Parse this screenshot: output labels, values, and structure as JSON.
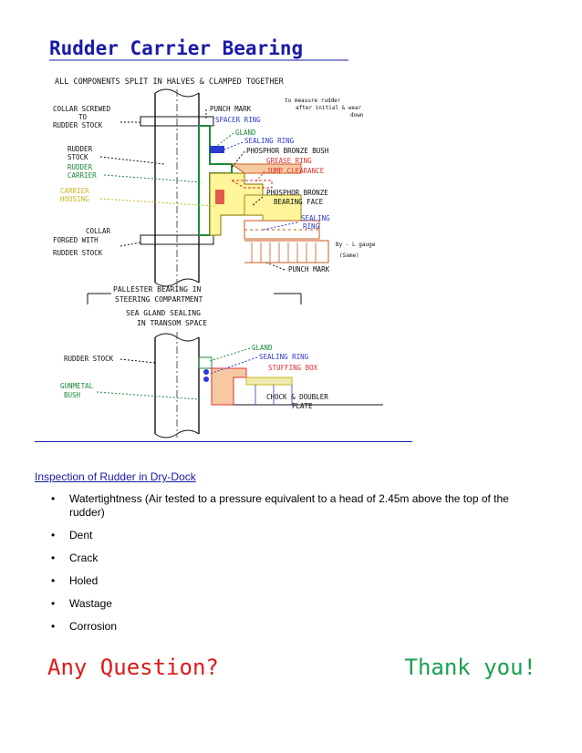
{
  "diagram": {
    "title": "Rudder Carrier Bearing",
    "subtitle": "ALL COMPONENTS SPLIT IN HALVES & CLAMPED TOGETHER",
    "labels": {
      "collar_screwed": "COLLAR SCREWED TO RUDDER STOCK",
      "rudder_stock": "RUDDER STOCK",
      "rudder_carrier": "RUDDER CARRIER",
      "carrier_housing": "CARRIER HOUSING",
      "collar_forged": "COLLAR FORGED WITH RUDDER STOCK",
      "punch_mark_top": "PUNCH MARK",
      "spacer_ring": "SPACER RING",
      "gland": "GLAND",
      "sealing_ring_top": "SEALING RING",
      "phosphor_bush": "PHOSPHOR BRONZE BUSH",
      "grease_ring": "GREASE RING",
      "jump_clearance": "JUMP CLEARANCE",
      "phosphor_face": "PHOSPHOR BRONZE BEARING FACE",
      "sealing_ring_mid": "SEALING RING",
      "punch_mark_bottom": "PUNCH MARK",
      "measure_note": "to measure rudder after initial & wear down",
      "feeler_note": "By - L gauge (Same)",
      "pallester": "PALLESTER BEARING IN STEERING COMPARTMENT",
      "sea_gland": "SEA GLAND SEALING IN TRANSOM SPACE",
      "rudder_stock_2": "RUDDER STOCK",
      "gunmetal_bush": "GUNMETAL BUSH",
      "gland_2": "GLAND",
      "sealing_ring_2": "SEALING RING",
      "stuffing_box": "STUFFING BOX",
      "chock_doubler": "CHOCK & DOUBLER PLATE"
    }
  },
  "section": {
    "heading": "Inspection of  Rudder in Dry-Dock",
    "items": [
      "Watertightness (Air tested to a pressure equivalent to a head of 2.45m above the top of the rudder)",
      "Dent",
      "Crack",
      "Holed",
      "Wastage",
      "Corrosion"
    ]
  },
  "footer": {
    "question": "Any Question?",
    "thanks": "Thank you!"
  },
  "colors": {
    "title_blue": "#1a1aa8",
    "question_red": "#e01818",
    "thanks_green": "#18a050"
  }
}
